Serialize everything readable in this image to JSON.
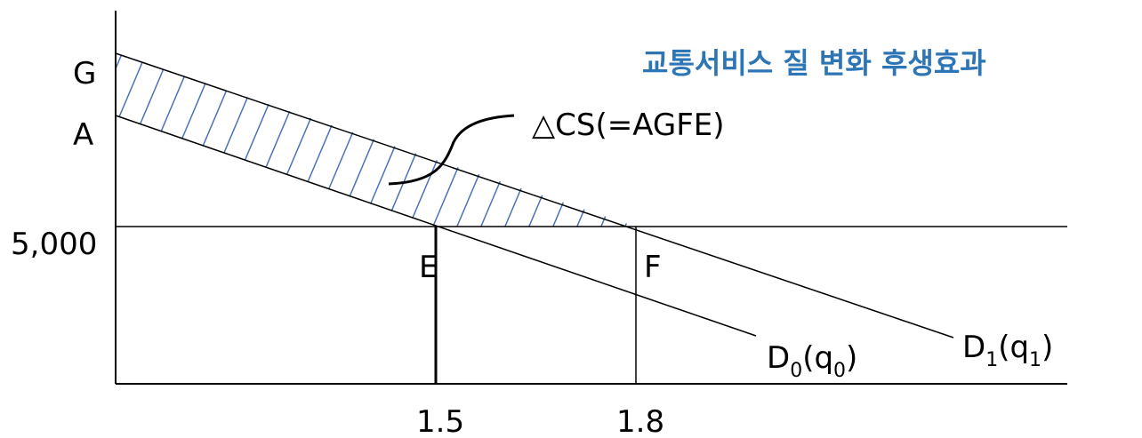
{
  "title": "교통서비스 질 변화 후생효과",
  "annotation": "△CS(=AGFE)",
  "colors": {
    "title": "#2E75B6",
    "hatch": "#4A74B5",
    "line": "#000000"
  },
  "axes": {
    "y_ticks": [
      {
        "label": "G",
        "value": "G"
      },
      {
        "label": "A",
        "value": "A"
      },
      {
        "label": "5,000",
        "value": 5000
      }
    ],
    "x_ticks": [
      {
        "label": "1.5",
        "value": 1.5
      },
      {
        "label": "1.8",
        "value": 1.8
      }
    ]
  },
  "points": {
    "E": "E",
    "F": "F"
  },
  "curves": [
    {
      "id": "d0",
      "base": "D",
      "index": "0",
      "q": "q",
      "q_index": "0"
    },
    {
      "id": "d1",
      "base": "D",
      "index": "1",
      "q": "q",
      "q_index": "1"
    }
  ],
  "shaded_region": "AGFE"
}
